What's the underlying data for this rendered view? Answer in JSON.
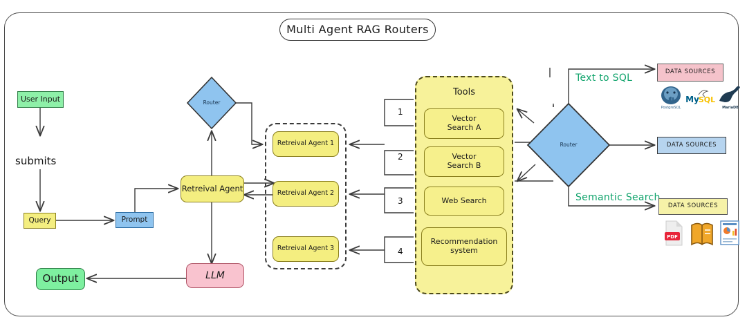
{
  "diagram": {
    "title": "Multi Agent RAG Routers",
    "type": "flowchart",
    "left_flow": {
      "user_input": "User Input",
      "submits_label": "submits",
      "query": "Query",
      "prompt": "Prompt",
      "output": "Output"
    },
    "middle": {
      "router": "Router",
      "retrieval_agent": "Retreival Agent",
      "llm": "LLM",
      "agents_group": {
        "agent_1": "Retreival Agent 1",
        "agent_2": "Retreival Agent 2",
        "agent_3": "Retreival Agent 3"
      }
    },
    "connector_numbers": [
      "1",
      "2",
      "3",
      "4"
    ],
    "tools": {
      "title": "Tools",
      "items": [
        "Vector Search A",
        "Vector Search B",
        "Web Search",
        "Recommendation system"
      ],
      "items_lines": [
        [
          "Vector",
          "Search A"
        ],
        [
          "Vector",
          "Search B"
        ],
        [
          "Web Search"
        ],
        [
          "Recommendation",
          "system"
        ]
      ]
    },
    "right": {
      "router": "Router",
      "text_to_sql_label": "Text to SQL",
      "semantic_search_label": "Semantic Search",
      "data_sources_sql": "DATA SOURCES",
      "data_sources_mid": "DATA SOURCES",
      "data_sources_docs": "DATA SOURCES",
      "db_logos": [
        "PostgreSQL",
        "MySQL",
        "MariaDB"
      ],
      "doc_icons": [
        "pdf-file-icon",
        "open-book-icon",
        "report-chart-icon"
      ]
    },
    "colors": {
      "green": "#8ef0a8",
      "yellow": "#f4ee80",
      "blue": "#8fc4ef",
      "pink": "#f9c3cf",
      "tools_panel": "#f7f29a",
      "label_green": "#0fa36b",
      "stroke": "#4a4a4a"
    }
  }
}
